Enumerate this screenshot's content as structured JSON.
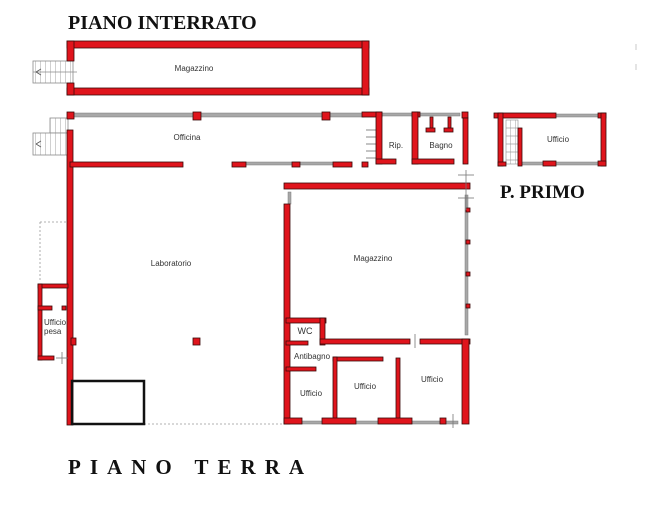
{
  "titles": {
    "basement": "PIANO INTERRATO",
    "first_floor": "P. PRIMO",
    "ground_floor": "PIANO TERRA"
  },
  "colors": {
    "wall": "#e0141c",
    "wall_outline": "#3a0a0a",
    "window": "#a8a8a8",
    "stairs": "#8a8a8a",
    "text": "#111111"
  },
  "basement": {
    "rooms": [
      {
        "label": "Magazzino"
      }
    ]
  },
  "ground_floor": {
    "rooms": [
      {
        "label": "Officina"
      },
      {
        "label": "Rip."
      },
      {
        "label": "Bagno"
      },
      {
        "label": "Laboratorio"
      },
      {
        "label": "Magazzino"
      },
      {
        "label": "WC"
      },
      {
        "label": "Antibagno"
      },
      {
        "label": "Ufficio"
      },
      {
        "label": "Ufficio"
      },
      {
        "label": "Ufficio"
      },
      {
        "label": "Ufficio",
        "label_line2": "pesa"
      }
    ]
  },
  "first_floor": {
    "rooms": [
      {
        "label": "Ufficio"
      }
    ]
  }
}
